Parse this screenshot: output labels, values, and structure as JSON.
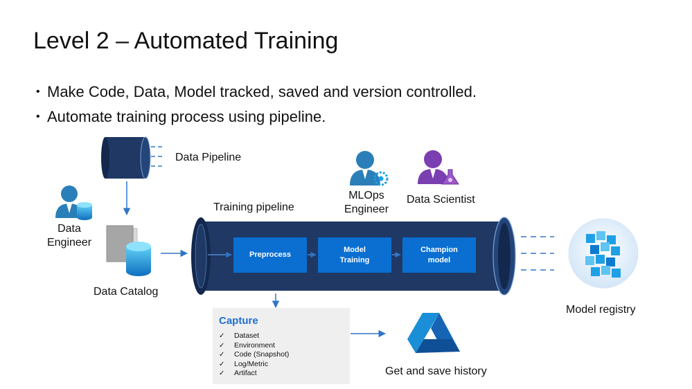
{
  "title": "Level 2 – Automated Training",
  "bullets": [
    "Make Code, Data, Model tracked, saved and version controlled.",
    "Automate training process using pipeline."
  ],
  "labels": {
    "data_pipeline": "Data Pipeline",
    "data_engineer_line1": "Data",
    "data_engineer_line2": "Engineer",
    "data_catalog": "Data Catalog",
    "training_pipeline": "Training pipeline",
    "mlops_line1": "MLOps",
    "mlops_line2": "Engineer",
    "data_scientist": "Data Scientist",
    "model_registry": "Model registry",
    "history": "Get and save history"
  },
  "stages": [
    {
      "line1": "Preprocess",
      "line2": ""
    },
    {
      "line1": "Model",
      "line2": "Training"
    },
    {
      "line1": "Champion",
      "line2": "model"
    }
  ],
  "capture": {
    "title": "Capture",
    "check_glyph": "✓",
    "items": [
      "Dataset",
      "Environment",
      "Code (Snapshot)",
      "Log/Metric",
      "Artifact"
    ]
  },
  "colors": {
    "pipe_body": "#1f3864",
    "pipe_dark": "#13284d",
    "stage": "#0a6fd1",
    "arrow": "#2e75c9",
    "person": "#2b7fb8",
    "scientist": "#7a3fb0",
    "cyan": "#1ea0e6"
  }
}
